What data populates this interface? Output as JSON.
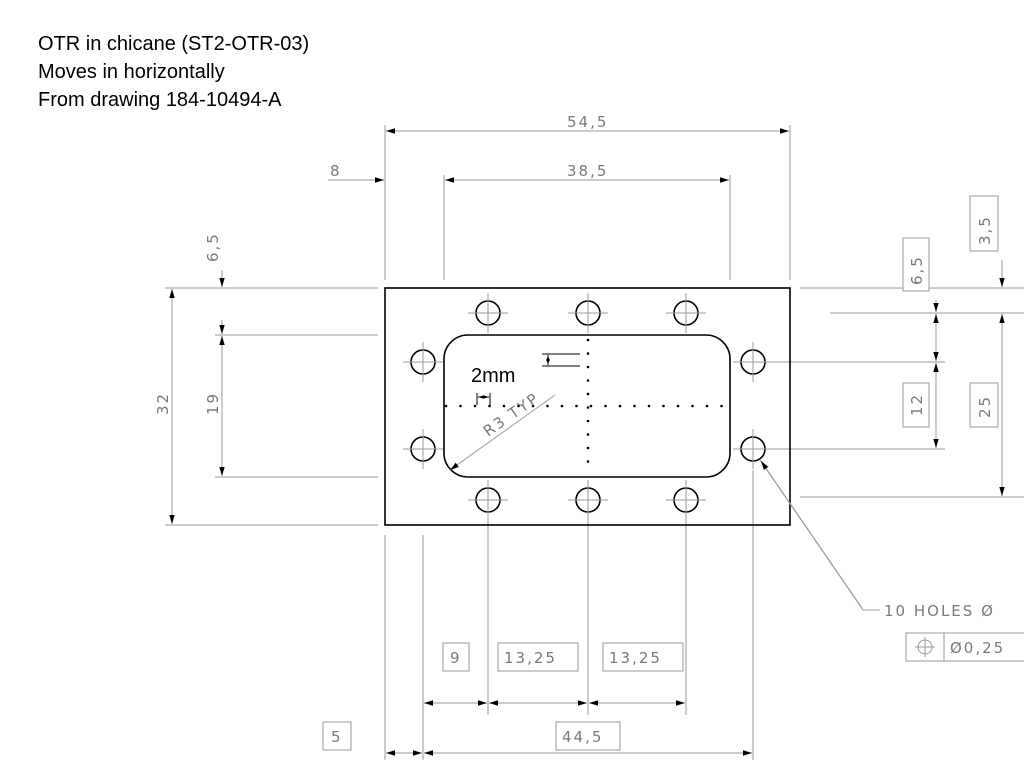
{
  "notes": {
    "line1": "OTR in chicane (ST2-OTR-03)",
    "line2": "Moves in horizontally",
    "line3": "From drawing 184-10494-A"
  },
  "annotation": {
    "scale_label": "2mm",
    "radius_label": "R3 TYP"
  },
  "dimensions": {
    "overall_width": "54,5",
    "inner_width": "38,5",
    "left_offset": "8",
    "top_offset": "6,5",
    "overall_height": "32",
    "inner_height": "19",
    "right_top_offset": "6,5",
    "right_top_step": "3,5",
    "hole_spacing_v": "12",
    "hole_span_v": "25",
    "hole_pitch_1": "9",
    "hole_pitch_2": "13,25",
    "hole_pitch_3": "13,25",
    "hole_edge": "5",
    "hole_span_h": "44,5"
  },
  "callout": {
    "holes_note": "10 HOLES Ø",
    "tolerance": "Ø0,25"
  },
  "colors": {
    "outline": "#000000",
    "dimension": "#9a9a9a",
    "dimension_text": "#7a7a7a"
  }
}
